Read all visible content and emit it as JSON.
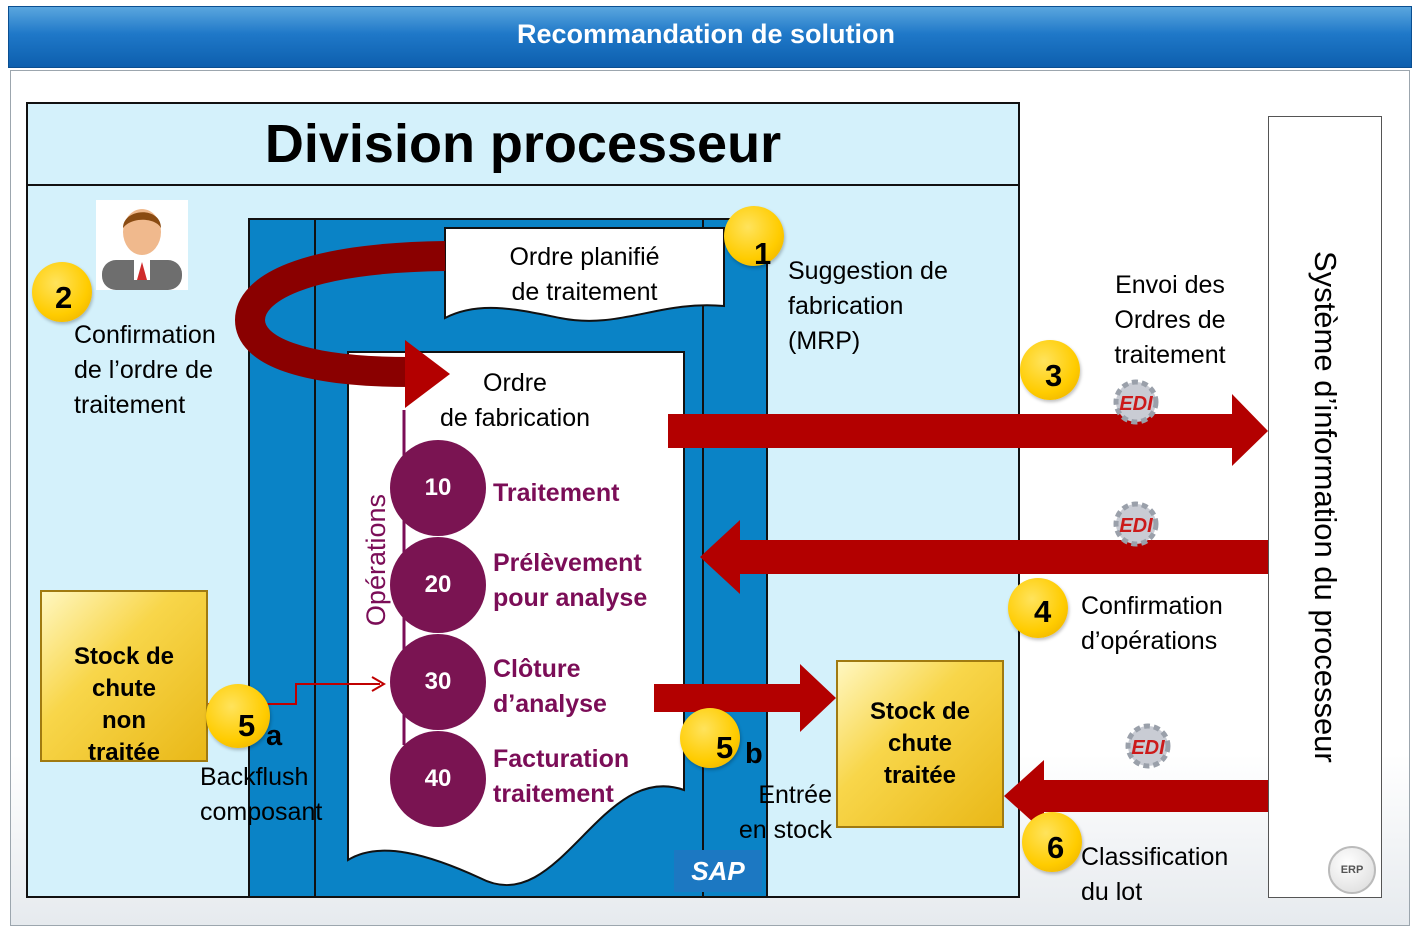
{
  "header": {
    "title": "Recommandation de solution"
  },
  "division": {
    "title": "Division processeur"
  },
  "external_system": {
    "label": "Système d’information du processeur"
  },
  "steps": {
    "s1": {
      "number": "1",
      "lines": [
        "Suggestion de",
        "fabrication",
        "(MRP)"
      ]
    },
    "s2": {
      "number": "2",
      "lines": [
        "Confirmation",
        "de l’ordre de",
        "traitement"
      ]
    },
    "s3": {
      "number": "3",
      "lines": [
        "Envoi des",
        "Ordres de",
        "traitement"
      ]
    },
    "s4": {
      "number": "4",
      "lines": [
        "Confirmation",
        "d’opérations"
      ]
    },
    "s5a": {
      "number": "5",
      "letter": "a",
      "lines": [
        "Backflush",
        "composant"
      ]
    },
    "s5b": {
      "number": "5",
      "letter": "b",
      "lines": [
        "Entrée",
        "en stock"
      ]
    },
    "s6": {
      "number": "6",
      "lines": [
        "Classification",
        "du lot"
      ]
    }
  },
  "documents": {
    "planned_order": [
      "Ordre planifié",
      "de traitement"
    ],
    "production_order": [
      "Ordre",
      "de fabrication"
    ]
  },
  "operations": {
    "label": "Opérations",
    "items": [
      {
        "number": "10",
        "lines": [
          "Traitement"
        ]
      },
      {
        "number": "20",
        "lines": [
          "Prélèvement",
          "pour analyse"
        ]
      },
      {
        "number": "30",
        "lines": [
          "Clôture",
          "d’analyse"
        ]
      },
      {
        "number": "40",
        "lines": [
          "Facturation",
          "traitement"
        ]
      }
    ]
  },
  "stocks": {
    "unprocessed": [
      "Stock de",
      "chute",
      "non",
      "traitée"
    ],
    "processed": [
      "Stock de",
      "chute",
      "traitée"
    ]
  },
  "icons": {
    "edi": "EDI",
    "sap": "SAP",
    "erp": "ERP",
    "user": "user-icon"
  },
  "colors": {
    "header": "#1f78c8",
    "division_bg": "#d4f1fb",
    "band": "#0a83c6",
    "arrow": "#b30000",
    "operation": "#7a1452",
    "badge": "#ffcc00"
  }
}
